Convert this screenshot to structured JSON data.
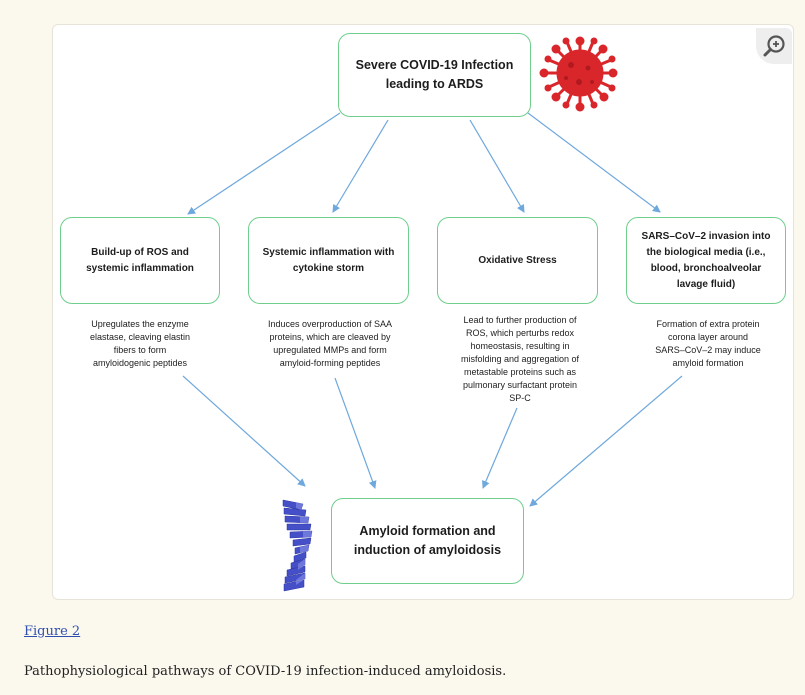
{
  "diagram": {
    "top_box": {
      "line1": "Severe COVID-19 Infection",
      "line2": "leading to ARDS"
    },
    "mechanisms": [
      {
        "label": "Build-up of ROS and systemic inflammation",
        "description": [
          "Upregulates the enzyme",
          "elastase, cleaving elastin",
          "fibers to form",
          "amyloidogenic peptides"
        ]
      },
      {
        "label": "Systemic inflammation with cytokine storm",
        "description": [
          "Induces overproduction of SAA",
          "proteins, which are cleaved by",
          "upregulated MMPs and form",
          "amyloid-forming peptides"
        ]
      },
      {
        "label": "Oxidative Stress",
        "description": [
          "Lead to further production of",
          "ROS, which perturbs redox",
          "homeostasis, resulting in",
          "misfolding and aggregation of",
          "metastable proteins such as",
          "pulmonary surfactant protein",
          "SP-C"
        ]
      },
      {
        "label": "SARS–CoV–2 invasion into the biological media (i.e., blood, bronchoalveolar lavage fluid)",
        "description": [
          "Formation of extra protein",
          "corona layer around",
          "SARS–CoV–2 may induce",
          "amyloid formation"
        ]
      }
    ],
    "bottom_box": {
      "line1": "Amyloid formation and",
      "line2": "induction of amyloidosis"
    },
    "colors": {
      "box_border": "#6fce8c",
      "arrow": "#6fa8dc",
      "virus": "#d9262b",
      "fibril": "#4550c8"
    },
    "icons": [
      "coronavirus-icon",
      "amyloid-fibril-icon",
      "zoom-icon"
    ]
  },
  "caption": {
    "figure_link": "Figure 2",
    "text": "Pathophysiological pathways of COVID-19 infection-induced amyloidosis."
  }
}
